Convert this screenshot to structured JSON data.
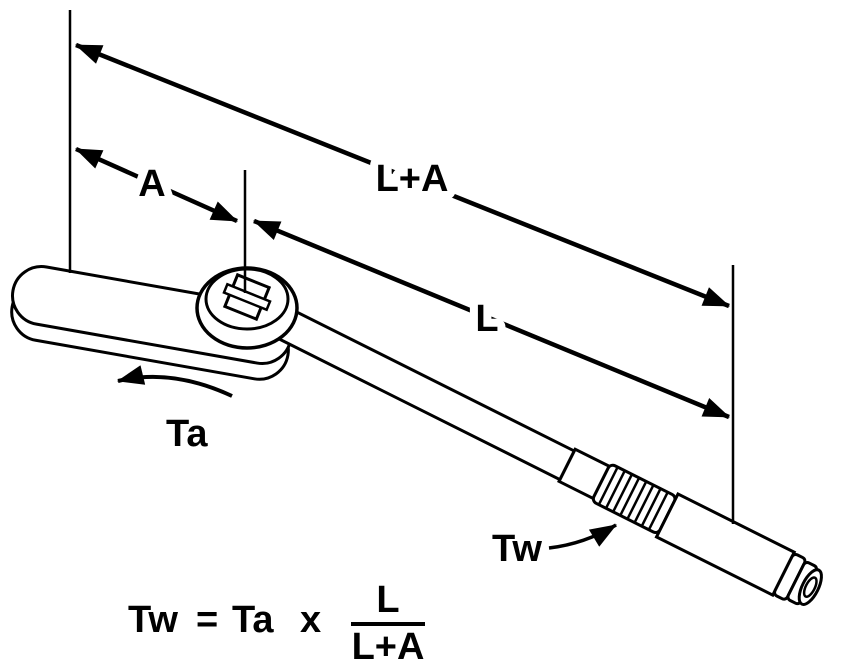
{
  "labels": {
    "dim_a": "A",
    "dim_l_plus_a": "L+A",
    "dim_l": "L",
    "torque_applied": "Ta",
    "torque_wrench": "Tw"
  },
  "formula": {
    "lhs": "Tw",
    "equals": "=",
    "rhs_factor": "Ta",
    "times": "x",
    "numerator": "L",
    "denominator": "L+A"
  },
  "colors": {
    "ink": "#000000",
    "background": "#ffffff"
  }
}
